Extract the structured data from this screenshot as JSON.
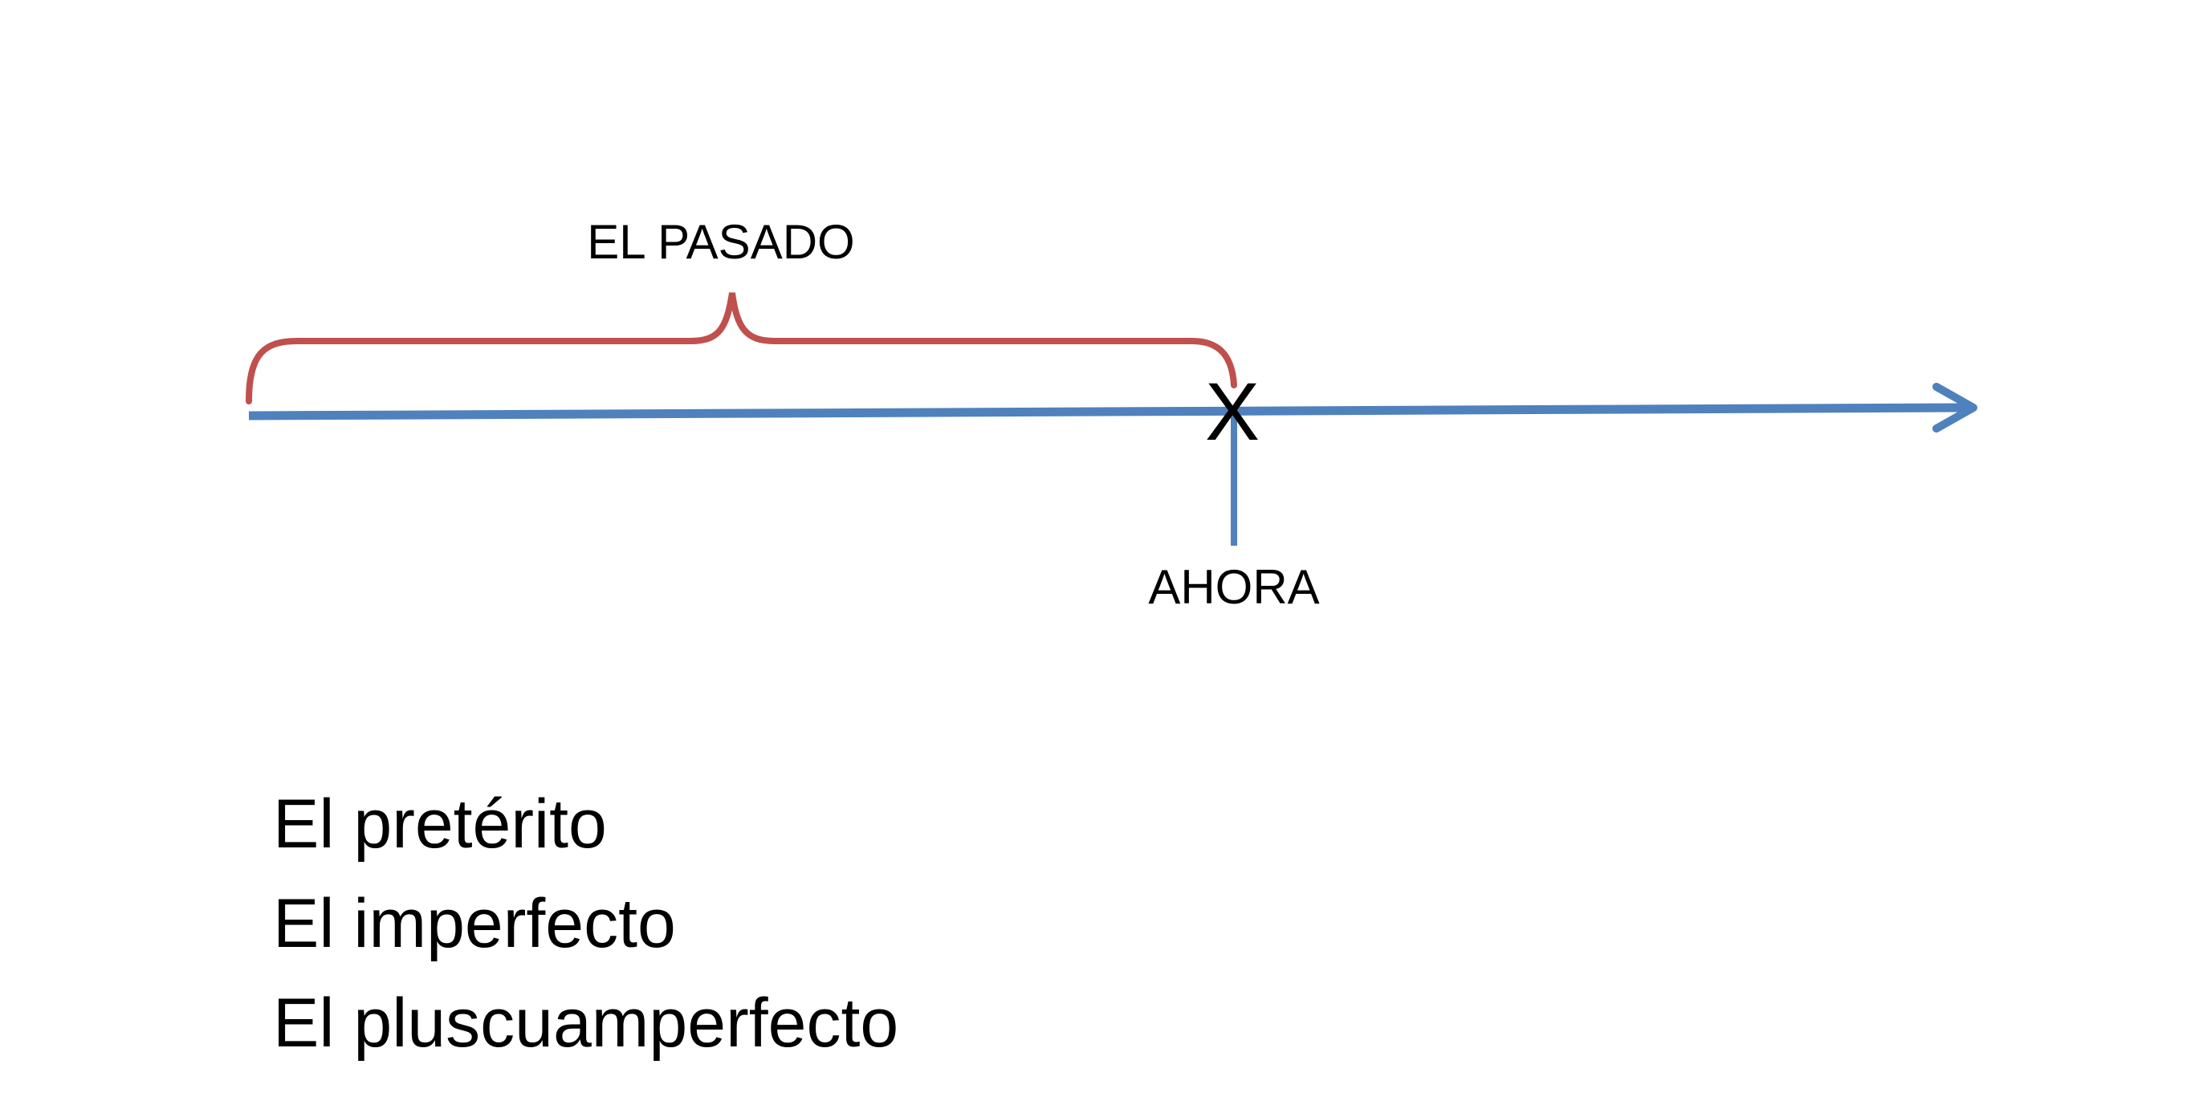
{
  "diagram": {
    "past_label": "EL PASADO",
    "now_label": "AHORA",
    "now_marker": "X",
    "colors": {
      "timeline": "#4f81bd",
      "brace": "#c0504d",
      "text": "#000000",
      "background": "#ffffff"
    }
  },
  "tenses": [
    {
      "label": "El pretérito"
    },
    {
      "label": "El imperfecto"
    },
    {
      "label": "El pluscuamperfecto"
    }
  ]
}
